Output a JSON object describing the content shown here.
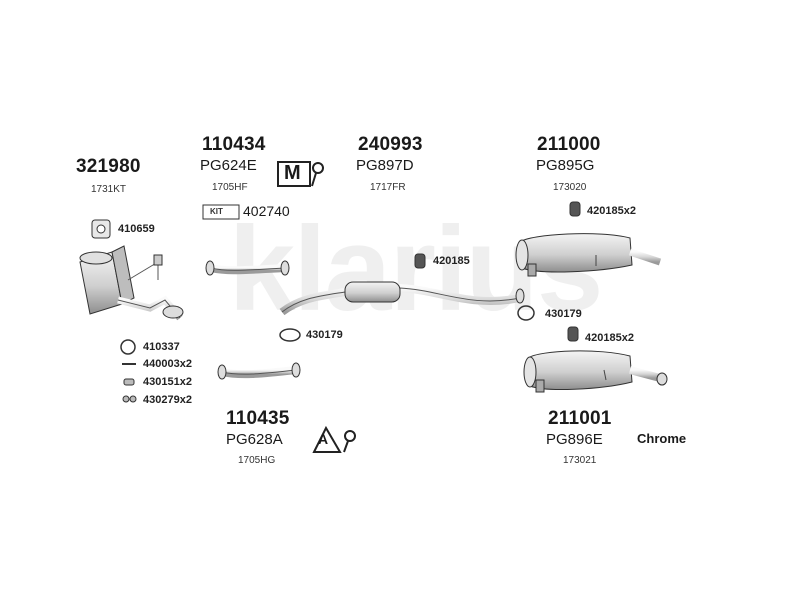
{
  "watermark": "klarius",
  "groups": [
    {
      "number": "321980",
      "variant": "",
      "code": "1731KT"
    },
    {
      "number": "110434",
      "variant": "PG624E",
      "code": "1705HF"
    },
    {
      "number": "240993",
      "variant": "PG897D",
      "code": "1717FR"
    },
    {
      "number": "211000",
      "variant": "PG895G",
      "code": "173020"
    },
    {
      "number": "110435",
      "variant": "PG628A",
      "code": "1705HG"
    },
    {
      "number": "211001",
      "variant": "PG896E",
      "code": "173021"
    }
  ],
  "kit": {
    "badge": "KIT",
    "number": "402740"
  },
  "parts": [
    "410659",
    "420185",
    "420185x2",
    "430179",
    "430179",
    "420185x2",
    "410337",
    "440003x2",
    "430151x2",
    "430279x2"
  ],
  "icons": {
    "m_badge": "M",
    "a_badge": "A"
  },
  "finish_label": "Chrome"
}
